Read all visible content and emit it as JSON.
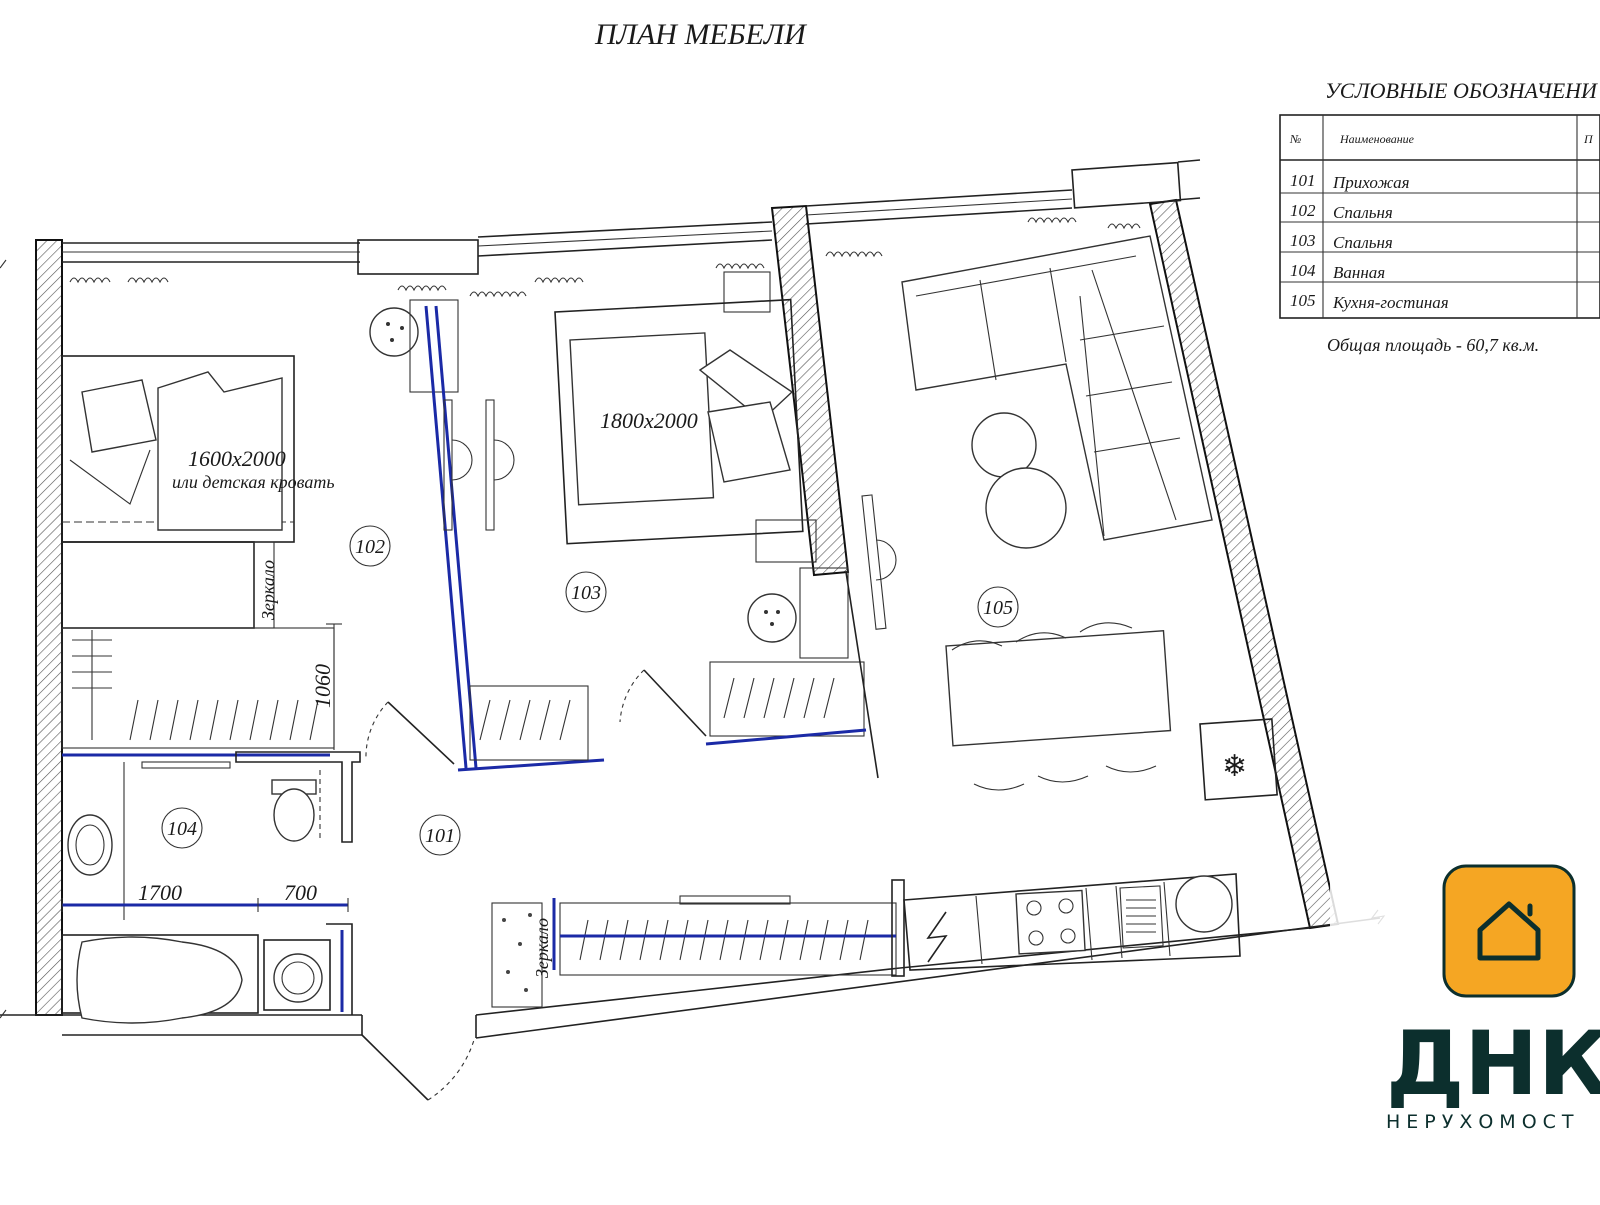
{
  "title": "ПЛАН МЕБЕЛИ",
  "legend": {
    "title": "УСЛОВНЫЕ  ОБОЗНАЧЕНИ",
    "headers": {
      "num": "№",
      "name": "Наименование",
      "extra": "П"
    },
    "rows": [
      {
        "num": "101",
        "name": "Прихожая"
      },
      {
        "num": "102",
        "name": "Спальня"
      },
      {
        "num": "103",
        "name": "Спальня"
      },
      {
        "num": "104",
        "name": "Ванная"
      },
      {
        "num": "105",
        "name": "Кухня-гостиная"
      }
    ],
    "total_area": "Общая площадь - 60,7 кв.м."
  },
  "rooms": {
    "r101": "101",
    "r102": "102",
    "r103": "103",
    "r104": "104",
    "r105": "105"
  },
  "labels": {
    "bed_1600": "1600x2000",
    "bed_1600_note": "или детская кровать",
    "bed_1800": "1800x2000",
    "mirror_1": "Зеркало",
    "mirror_2": "Зеркало",
    "dim_1060": "1060",
    "dim_1700": "1700",
    "dim_700": "700"
  },
  "logo": {
    "name": "ДНК",
    "tagline": "НЕРУХОМОСТ",
    "color": "#f5a623",
    "icon": "house-icon"
  }
}
